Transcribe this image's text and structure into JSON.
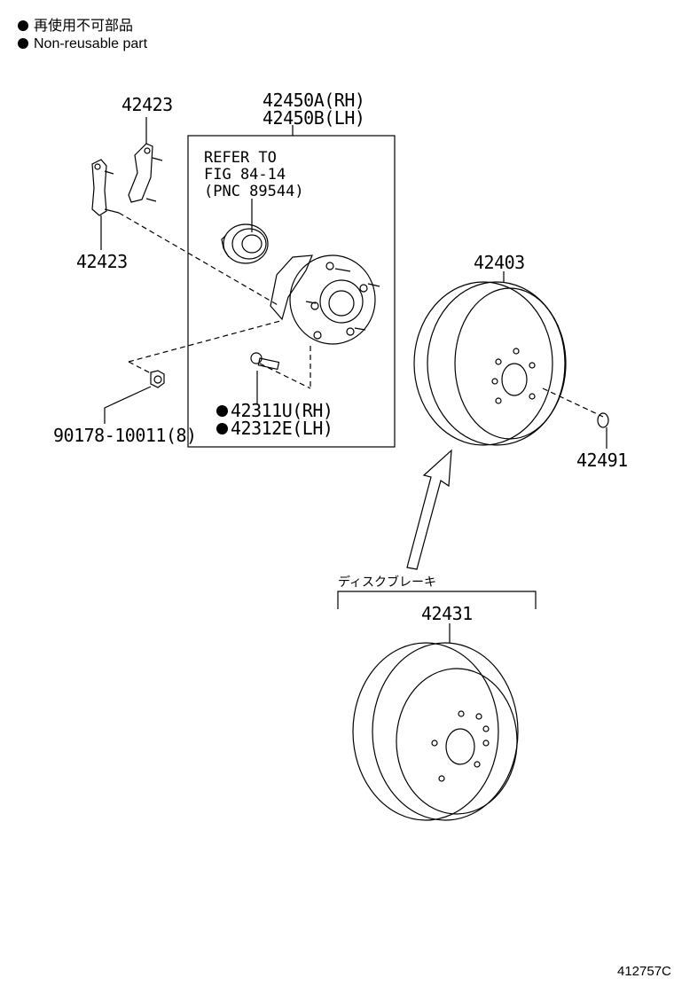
{
  "legend": [
    {
      "text": "再使用不可部品"
    },
    {
      "text": "Non-reusable part"
    }
  ],
  "parts": {
    "bracket_upper": "42423",
    "bracket_lower": "42423",
    "hub_rh": "42450A(RH)",
    "hub_lh": "42450B(LH)",
    "refer_line1": "REFER TO",
    "refer_line2": "FIG 84-14",
    "refer_line3": "(PNC 89544)",
    "bolt_rh": "42311U(RH)",
    "bolt_lh": "42312E(LH)",
    "nut": "90178-10011(8)",
    "drum": "42403",
    "plug": "42491",
    "disc_group_jp": "ディスクブレーキ",
    "disc": "42431"
  },
  "figure_id": "412757C"
}
